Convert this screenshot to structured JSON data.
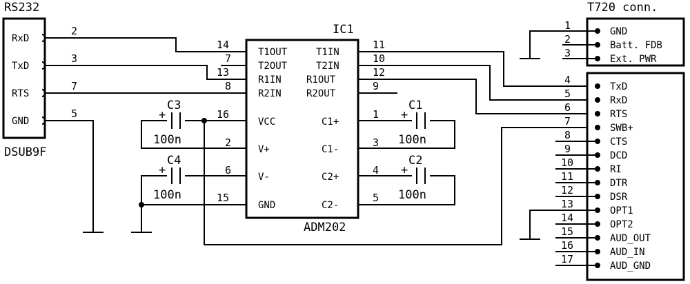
{
  "rs232": {
    "title": "RS232",
    "subtitle": "DSUB9F",
    "pins": [
      {
        "label": "RxD",
        "num": "2"
      },
      {
        "label": "TxD",
        "num": "3"
      },
      {
        "label": "RTS",
        "num": "7"
      },
      {
        "label": "GND",
        "num": "5"
      }
    ]
  },
  "ic": {
    "ref": "IC1",
    "part": "ADM202",
    "left_pins": [
      {
        "label": "T1OUT",
        "num": "14"
      },
      {
        "label": "T2OUT",
        "num": "7"
      },
      {
        "label": "R1IN",
        "num": "13"
      },
      {
        "label": "R2IN",
        "num": "8"
      },
      {
        "label": "VCC",
        "num": "16"
      },
      {
        "label": "V+",
        "num": "2"
      },
      {
        "label": "V-",
        "num": "6"
      },
      {
        "label": "GND",
        "num": "15"
      }
    ],
    "right_pins": [
      {
        "label": "T1IN",
        "num": "11"
      },
      {
        "label": "T2IN",
        "num": "10"
      },
      {
        "label": "R1OUT",
        "num": "12"
      },
      {
        "label": "R2OUT",
        "num": "9"
      },
      {
        "label": "C1+",
        "num": "1"
      },
      {
        "label": "C1-",
        "num": "3"
      },
      {
        "label": "C2+",
        "num": "4"
      },
      {
        "label": "C2-",
        "num": "5"
      }
    ]
  },
  "caps": [
    {
      "ref": "C3",
      "value": "100n"
    },
    {
      "ref": "C4",
      "value": "100n"
    },
    {
      "ref": "C1",
      "value": "100n"
    },
    {
      "ref": "C2",
      "value": "100n"
    }
  ],
  "cap_polarity": "+",
  "t720": {
    "title": "T720 conn.",
    "top_pins": [
      {
        "num": "1",
        "label": "GND"
      },
      {
        "num": "2",
        "label": "Batt. FDB"
      },
      {
        "num": "3",
        "label": "Ext. PWR"
      }
    ],
    "bottom_pins": [
      {
        "num": "4",
        "label": "TxD"
      },
      {
        "num": "5",
        "label": "RxD"
      },
      {
        "num": "6",
        "label": "RTS"
      },
      {
        "num": "7",
        "label": "SWB+"
      },
      {
        "num": "8",
        "label": "CTS"
      },
      {
        "num": "9",
        "label": "DCD"
      },
      {
        "num": "10",
        "label": "RI"
      },
      {
        "num": "11",
        "label": "DTR"
      },
      {
        "num": "12",
        "label": "DSR"
      },
      {
        "num": "13",
        "label": "OPT1"
      },
      {
        "num": "14",
        "label": "OPT2"
      },
      {
        "num": "15",
        "label": "AUD_OUT"
      },
      {
        "num": "16",
        "label": "AUD_IN"
      },
      {
        "num": "17",
        "label": "AUD_GND"
      }
    ]
  }
}
